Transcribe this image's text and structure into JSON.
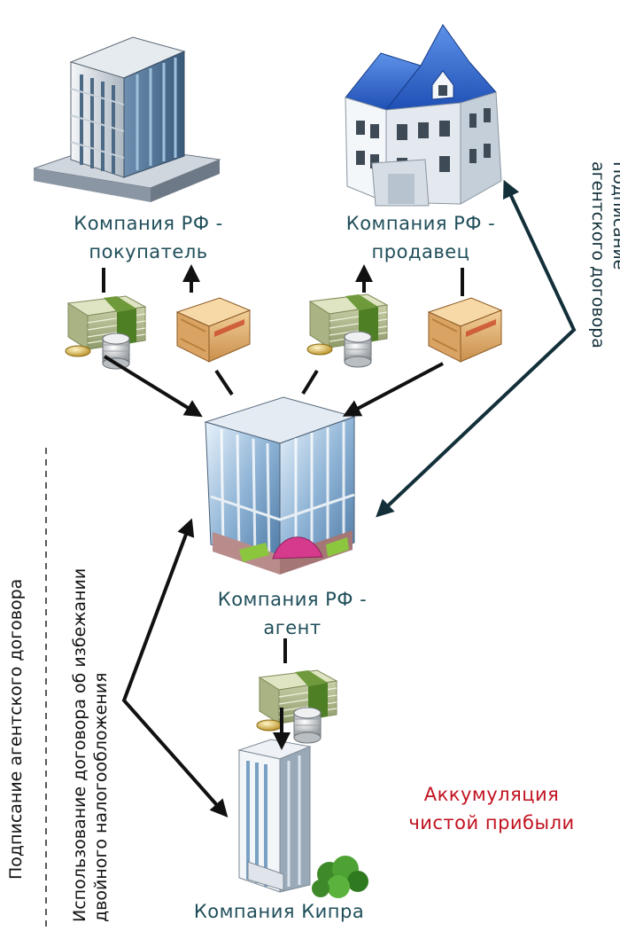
{
  "nodes": {
    "buyer": {
      "line1": "Компания РФ -",
      "line2": "покупатель",
      "icon": "office-building-icon"
    },
    "seller": {
      "line1": "Компания РФ -",
      "line2": "продавец",
      "icon": "house-icon"
    },
    "agent": {
      "line1": "Компания РФ -",
      "line2": "агент",
      "icon": "glass-building-icon"
    },
    "cyprus": {
      "line1": "Компания Кипра",
      "icon": "tower-building-icon"
    }
  },
  "notes": {
    "profit": {
      "line1": "Аккумуляция",
      "line2": "чистой прибыли"
    }
  },
  "captions": {
    "right": {
      "line1": "Подписание",
      "line2": "агентского договора"
    },
    "left_agreement": "Подписание агентского договора",
    "treaty": {
      "line1": "Использование договора об избежании",
      "line2": "двойного налогообложения"
    }
  },
  "icons": [
    "money-stack-icon",
    "goods-crate-icon",
    "money-stack-icon",
    "goods-crate-icon",
    "money-stack-icon"
  ],
  "colors": {
    "label_text": "#1f4e5a",
    "profit_text": "#c1121f",
    "arrow": "#111111",
    "background": "#ffffff"
  }
}
